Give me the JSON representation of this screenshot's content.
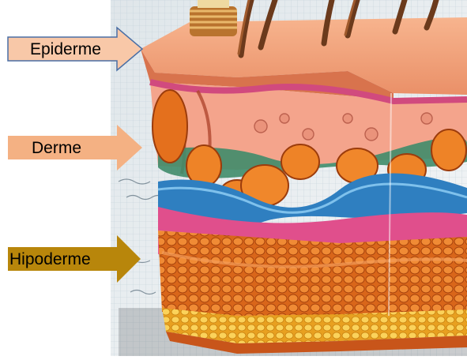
{
  "labels": {
    "epidermis": "Epiderme",
    "dermis": "Derme",
    "hypodermis": "Hipoderme"
  },
  "colors": {
    "epidermis_arrow": "#f8c8a8",
    "epidermis_arrow_border": "#4a6fa5",
    "dermis_arrow": "#f4b183",
    "hypodermis_arrow": "#b8860b",
    "skin_top": "#f2a27a",
    "fat_orange": "#e8741f",
    "blue_layer": "#2f7fc0",
    "pink_layer": "#e04f8c",
    "yellow_fat": "#f5b52e",
    "paper": "#e9edf0"
  },
  "icons": [
    "skin-cross-section-illustration",
    "hair-strand",
    "light-bulb-coil"
  ]
}
